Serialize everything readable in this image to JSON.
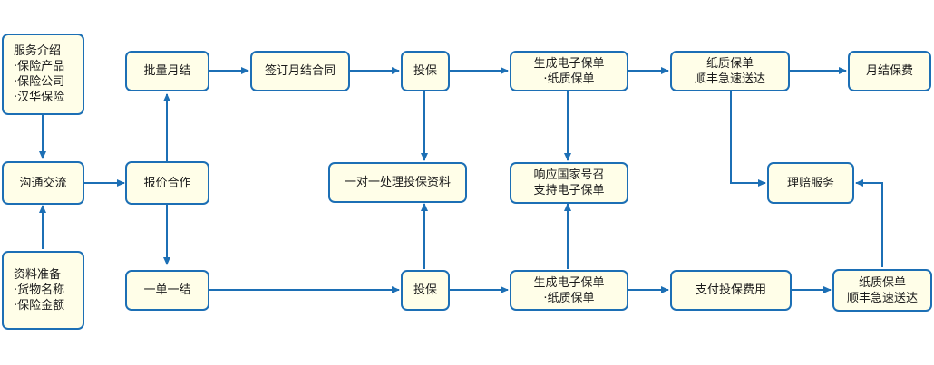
{
  "colors": {
    "border": "#1c6fb5",
    "arrow": "#1c6fb5",
    "fill": "#fffee8",
    "text": "#1a1a1a"
  },
  "nodes": {
    "service": [
      "服务介绍",
      "·保险产品",
      "·保险公司",
      "·汉华保险"
    ],
    "communicate": [
      "沟通交流"
    ],
    "materials": [
      "资料准备",
      "·货物名称",
      "·保险金额"
    ],
    "quote": [
      "报价合作"
    ],
    "monthly": [
      "批量月结"
    ],
    "single": [
      "一单一结"
    ],
    "contract": [
      "签订月结合同"
    ],
    "insure_top": [
      "投保"
    ],
    "insure_bottom": [
      "投保"
    ],
    "one_to_one": [
      "一对一处理投保资料"
    ],
    "policy_top": [
      "生成电子保单",
      "·纸质保单"
    ],
    "policy_bottom": [
      "生成电子保单",
      "·纸质保单"
    ],
    "respond": [
      "响应国家号召",
      "支持电子保单"
    ],
    "paper_top": [
      "纸质保单",
      "顺丰急速送达"
    ],
    "paper_bottom": [
      "纸质保单",
      "顺丰急速送达"
    ],
    "monthly_fee": [
      "月结保费"
    ],
    "claims": [
      "理赔服务"
    ],
    "pay": [
      "支付投保费用"
    ]
  }
}
